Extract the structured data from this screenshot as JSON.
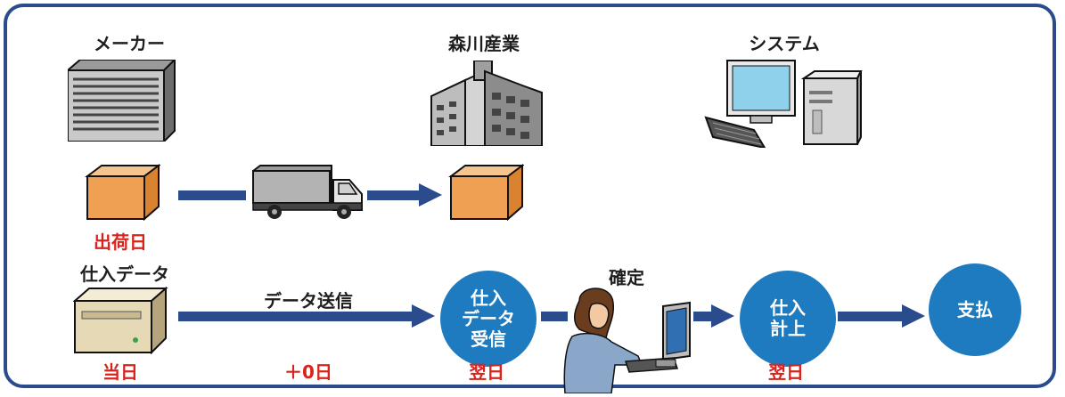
{
  "actors": {
    "maker": "メーカー",
    "morikawa": "森川産業",
    "system": "システム"
  },
  "labels": {
    "ship_date": "出荷日",
    "purchase_data": "仕入データ",
    "data_send": "データ送信",
    "confirm": "確定",
    "today": "当日",
    "plus_zero": "＋0日",
    "next_day_1": "翌日",
    "next_day_2": "翌日"
  },
  "circles": {
    "receive": [
      "仕入",
      "データ",
      "受信"
    ],
    "record": [
      "仕入",
      "計上"
    ],
    "payment": "支払"
  },
  "colors": {
    "frame": "#2a4b8c",
    "arrow": "#2a4b8c",
    "circle": "#1f7bbf",
    "highlight_text": "#d9241e"
  }
}
